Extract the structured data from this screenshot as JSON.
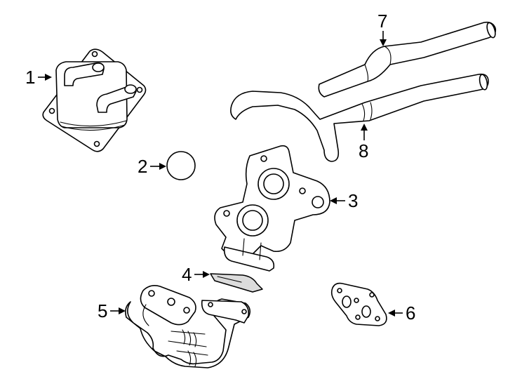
{
  "callouts": [
    {
      "id": "1",
      "label": "1"
    },
    {
      "id": "2",
      "label": "2"
    },
    {
      "id": "3",
      "label": "3"
    },
    {
      "id": "4",
      "label": "4"
    },
    {
      "id": "5",
      "label": "5"
    },
    {
      "id": "6",
      "label": "6"
    },
    {
      "id": "7",
      "label": "7"
    },
    {
      "id": "8",
      "label": "8"
    }
  ],
  "parts": [
    {
      "callout": "1",
      "icon": "oil-cooler-icon"
    },
    {
      "callout": "2",
      "icon": "o-ring-seal-icon"
    },
    {
      "callout": "3",
      "icon": "oil-filter-housing-icon"
    },
    {
      "callout": "4",
      "icon": "housing-gasket-icon"
    },
    {
      "callout": "5",
      "icon": "oil-cooler-tube-icon"
    },
    {
      "callout": "6",
      "icon": "tube-gasket-icon"
    },
    {
      "callout": "7",
      "icon": "inlet-hose-icon"
    },
    {
      "callout": "8",
      "icon": "outlet-hose-icon"
    }
  ],
  "colors": {
    "line": "#000000",
    "background": "#ffffff",
    "gasket": "#dcdcdc"
  }
}
